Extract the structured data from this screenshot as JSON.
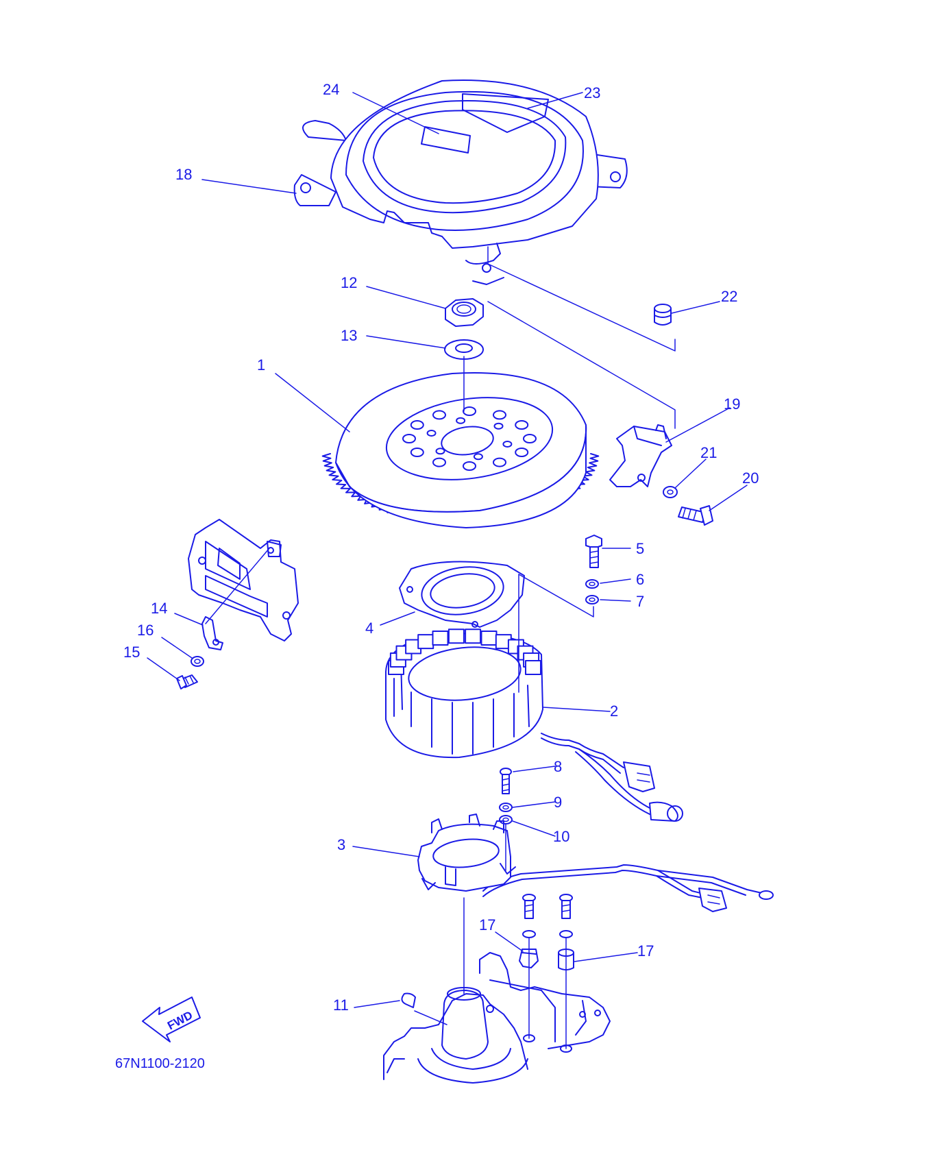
{
  "diagram": {
    "part_code": "67N1100-2120",
    "direction_label": "FWD",
    "accent_color": "#1a1ae6",
    "background": "#ffffff",
    "callouts": [
      "24",
      "23",
      "18",
      "12",
      "13",
      "22",
      "1",
      "19",
      "21",
      "20",
      "5",
      "6",
      "7",
      "4",
      "14",
      "16",
      "15",
      "2",
      "8",
      "9",
      "10",
      "3",
      "17",
      "17",
      "11"
    ],
    "parts": [
      {
        "callout": "1",
        "part": "flywheel-rotor"
      },
      {
        "callout": "2",
        "part": "stator-coil"
      },
      {
        "callout": "3",
        "part": "pulser-coil"
      },
      {
        "callout": "4",
        "part": "stator-plate"
      },
      {
        "callout": "5",
        "part": "bolt"
      },
      {
        "callout": "6",
        "part": "washer"
      },
      {
        "callout": "7",
        "part": "washer"
      },
      {
        "callout": "8",
        "part": "screw"
      },
      {
        "callout": "9",
        "part": "washer"
      },
      {
        "callout": "10",
        "part": "washer"
      },
      {
        "callout": "11",
        "part": "woodruff-key"
      },
      {
        "callout": "12",
        "part": "nut"
      },
      {
        "callout": "13",
        "part": "washer"
      },
      {
        "callout": "14",
        "part": "clamp"
      },
      {
        "callout": "15",
        "part": "bolt"
      },
      {
        "callout": "16",
        "part": "washer"
      },
      {
        "callout": "17",
        "part": "grommet"
      },
      {
        "callout": "18",
        "part": "flywheel-cover"
      },
      {
        "callout": "19",
        "part": "bracket"
      },
      {
        "callout": "20",
        "part": "bolt"
      },
      {
        "callout": "21",
        "part": "washer"
      },
      {
        "callout": "22",
        "part": "grommet"
      },
      {
        "callout": "23",
        "part": "label"
      },
      {
        "callout": "24",
        "part": "label"
      }
    ]
  }
}
